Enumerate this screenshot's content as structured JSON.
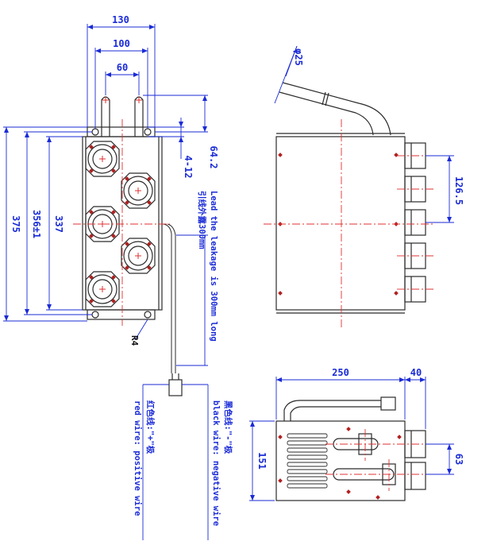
{
  "drawing": {
    "colors": {
      "outline": "#2b2b2b",
      "dimension": "#1a2bd6",
      "centerline": "#e03030",
      "background": "#ffffff"
    },
    "front_view": {
      "dims": {
        "w130": "130",
        "w100": "100",
        "w60": "60",
        "h375": "375",
        "h356": "356±1",
        "h337": "337",
        "d64": "64.2",
        "hole": "4-12",
        "radius": "R4"
      },
      "lead_note_cn": "引线外露300mm",
      "lead_note_en": "Lead the leakage is 300mm long"
    },
    "wires": {
      "red_cn": "红色线:\"+\"极",
      "red_en": "red wire: positive wire",
      "black_cn": "黑色线:\"-\"极",
      "black_en": "black wire: negative wire"
    },
    "side_view": {
      "dims": {
        "pipe_dia": "φ25",
        "d126": "126.5"
      }
    },
    "top_view": {
      "dims": {
        "w250": "250",
        "w40": "40",
        "h151": "151",
        "d63": "63"
      }
    }
  }
}
